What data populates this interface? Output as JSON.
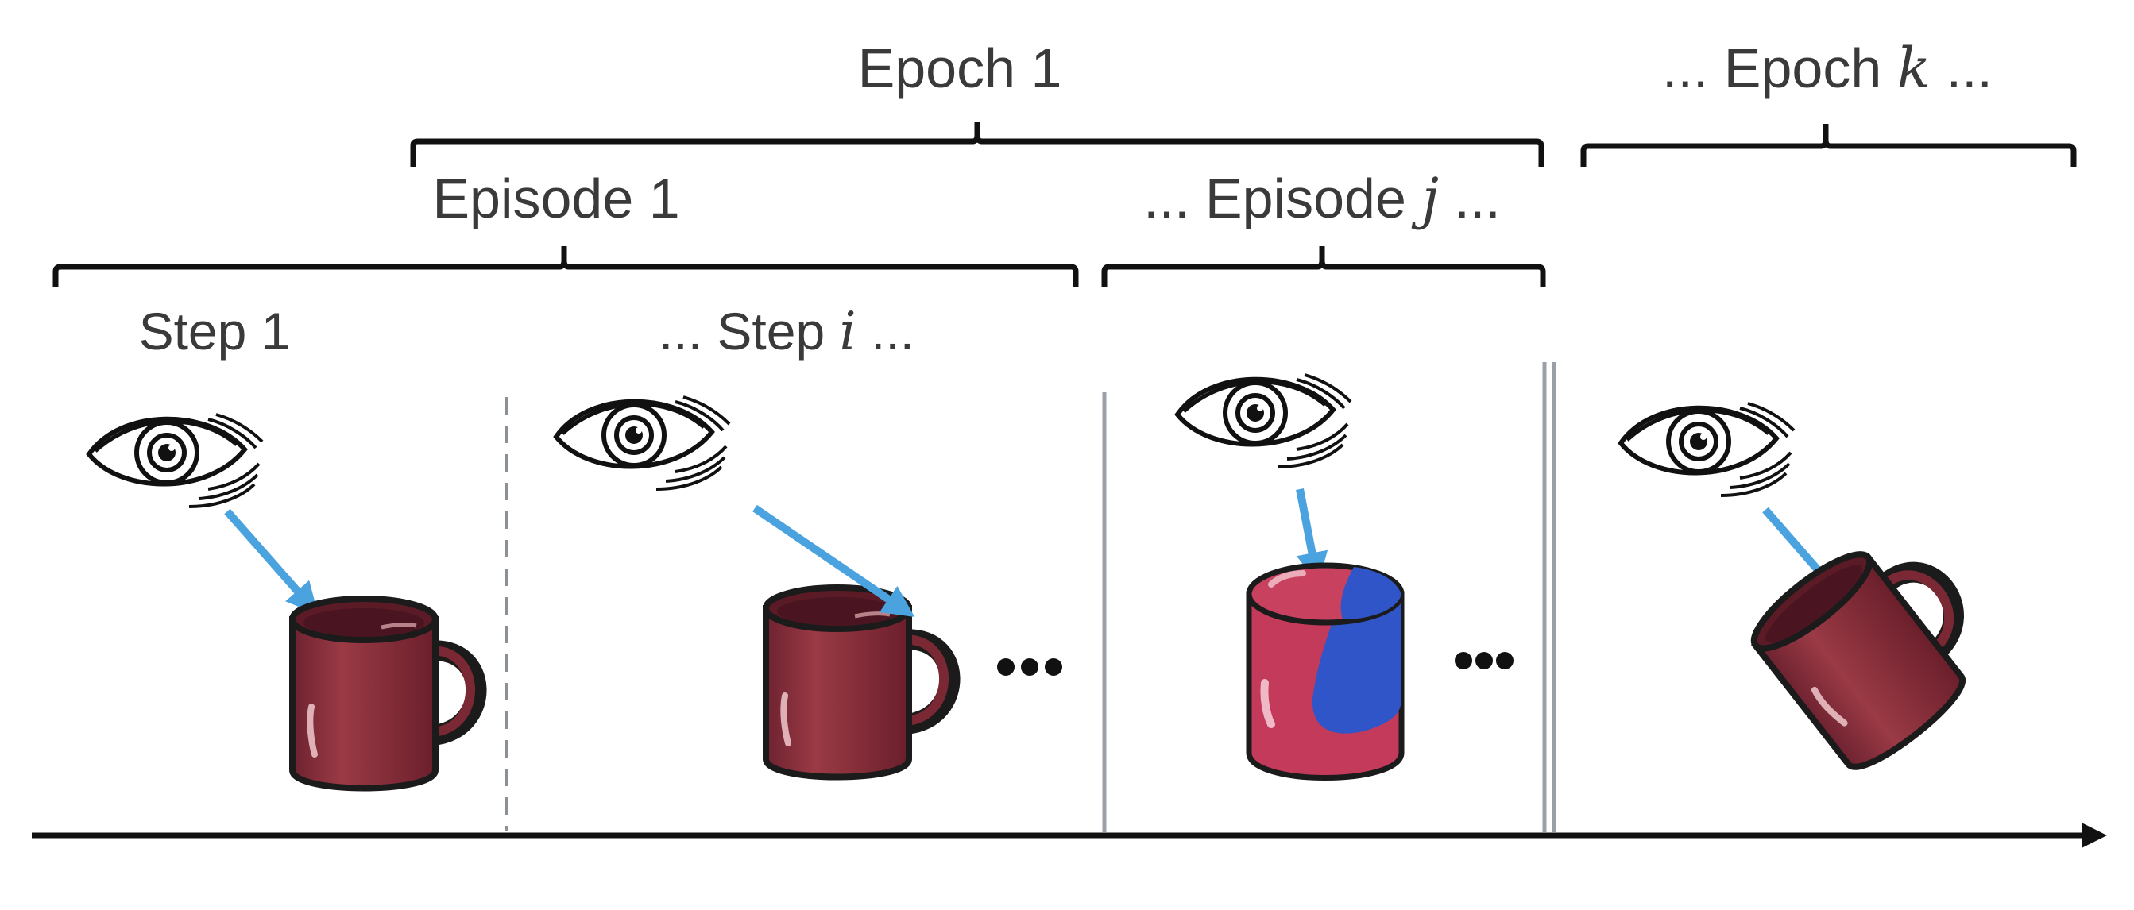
{
  "labels": {
    "epoch_1": "Epoch 1",
    "epoch_k_prefix": "... Epoch",
    "epoch_k_var": "k",
    "epoch_k_suffix": "...",
    "episode_1": "Episode 1",
    "episode_j_prefix": "... Episode",
    "episode_j_var": "j",
    "episode_j_suffix": "...",
    "step_1": "Step 1",
    "step_i_prefix": "... Step",
    "step_i_var": "i",
    "step_i_suffix": "..."
  },
  "colors": {
    "bracket": "#111111",
    "text": "#3a3a3a",
    "arrow": "#4aa3df",
    "mug": "#8b2e3a",
    "mug_outline": "#1b1b1b",
    "cylinder_red": "#c43a5a",
    "cylinder_blue": "#2f55c8",
    "separator": "#9aa0a6",
    "timeline": "#111111"
  },
  "icons": [
    "eye-icon",
    "mug-icon",
    "cylinder-icon",
    "ellipsis-icon"
  ]
}
